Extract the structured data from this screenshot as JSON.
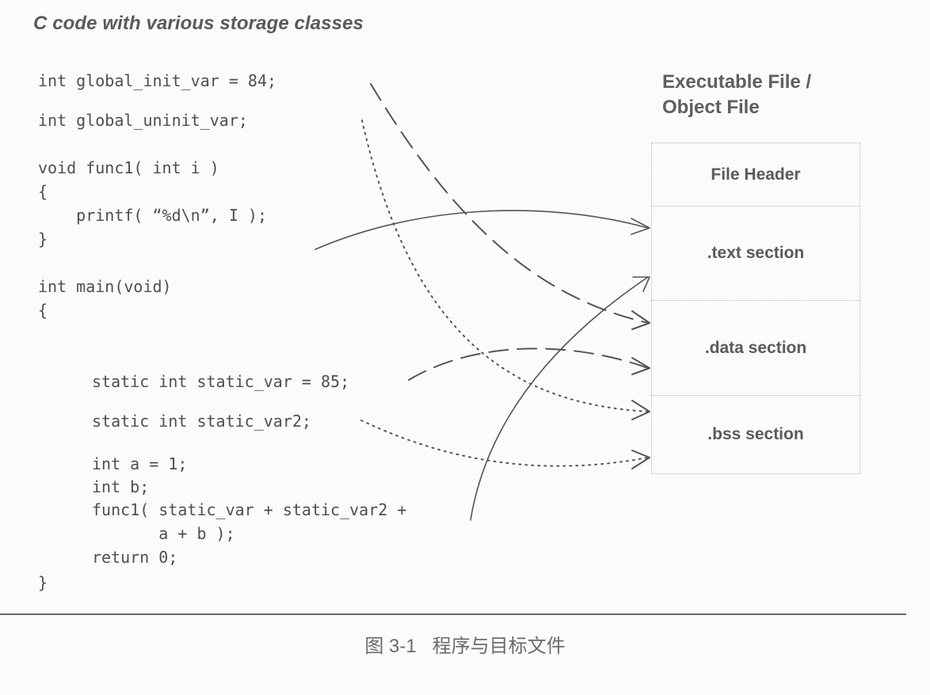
{
  "figure": {
    "title": "C code with various storage classes",
    "caption": "图 3-1   程序与目标文件"
  },
  "code": {
    "lines": [
      "int global_init_var = 84;",
      "int global_uninit_var;",
      "void func1( int i )",
      "{",
      "    printf( “%d\\n”, I );",
      "}",
      "int main(void)",
      "{",
      "static int static_var = 85;",
      "static int static_var2;",
      "int a = 1;",
      "int b;",
      "func1( static_var + static_var2 +",
      "       a + b );",
      "return 0;",
      "}"
    ]
  },
  "object_file": {
    "title_line1": "Executable File /",
    "title_line2": "Object File",
    "sections": [
      "File Header",
      ".text section",
      ".data section",
      ".bss section"
    ]
  },
  "mappings": [
    {
      "from": "int global_init_var = 84;",
      "to": ".data section",
      "style": "dashed"
    },
    {
      "from": "int global_uninit_var;",
      "to": ".bss section",
      "style": "dotted"
    },
    {
      "from": "void func1( int i )",
      "to": ".text section",
      "style": "solid"
    },
    {
      "from": "static int static_var = 85;",
      "to": ".data section",
      "style": "dashed"
    },
    {
      "from": "static int static_var2;",
      "to": ".bss section",
      "style": "dotted"
    },
    {
      "from": "int main(void)",
      "to": ".text section",
      "style": "solid"
    }
  ]
}
